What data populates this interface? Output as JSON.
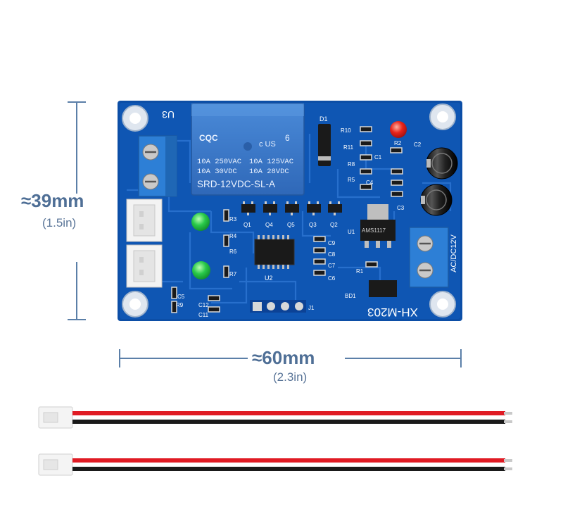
{
  "dimensions": {
    "height_label": "≈39mm",
    "height_sub": "(1.5in)",
    "width_label": "≈60mm",
    "width_sub": "(2.3in)"
  },
  "board": {
    "model": "XH-M203",
    "relay_text": [
      "10A 250VAC",
      "10A 125VAC",
      "10A 30VDC",
      "10A 28VDC",
      "SRD-12VDC-SL-A"
    ],
    "relay_logo": "CQC",
    "relay_ul": "c US",
    "relay_pins": "6",
    "power_label": "AC/DC12V",
    "ic_label": "U3",
    "regulator_label": "AMS1117",
    "resistor_labels": [
      "R10",
      "R11",
      "R9",
      "R8",
      "R5",
      "R4",
      "R3",
      "R6",
      "R7",
      "R2",
      "R1"
    ],
    "transistor_labels": [
      "Q1",
      "Q4",
      "Q5",
      "Q3",
      "Q2"
    ],
    "cap_labels": [
      "C2",
      "C3",
      "C4",
      "C5",
      "C6",
      "C7",
      "C8",
      "C9",
      "C1",
      "C11",
      "C12"
    ],
    "other_labels": [
      "U1",
      "U2",
      "J1",
      "BD1",
      "D1"
    ]
  },
  "colors": {
    "pcb": "#0d4fa6",
    "relay": "#3a78c9",
    "terminal": "#2d7fd6",
    "red_wire": "#e01b24",
    "black_wire": "#1a1a1a",
    "dim_line": "#5b7fa8"
  }
}
